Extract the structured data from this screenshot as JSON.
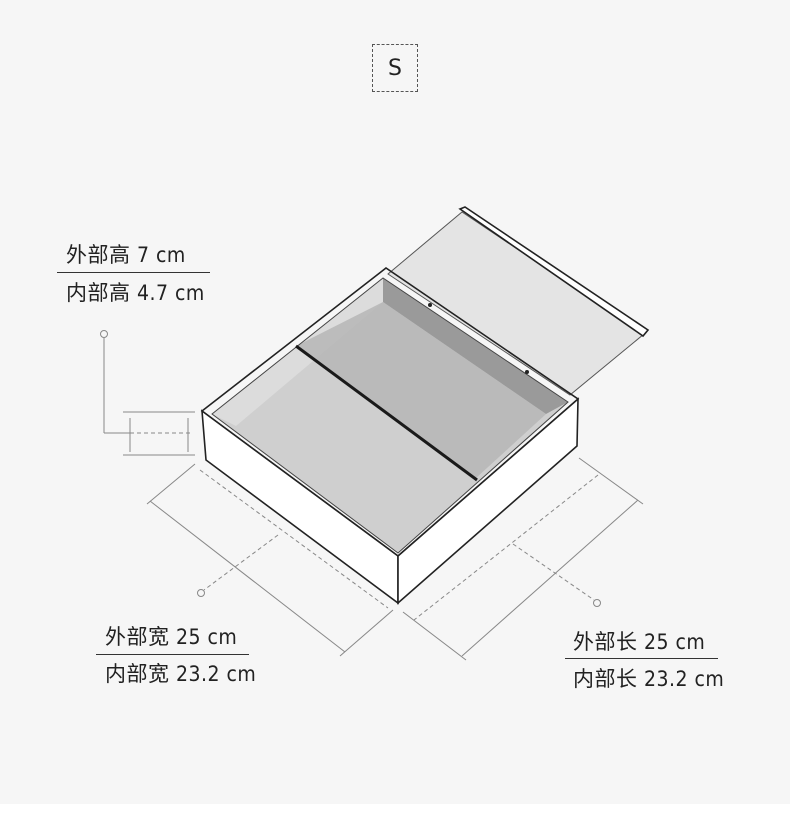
{
  "size_tag": "S",
  "labels": {
    "outer_height": "外部高 7 cm",
    "inner_height": "内部高 4.7 cm",
    "outer_width": "外部宽 25 cm",
    "inner_width": "内部宽 23.2 cm",
    "outer_length": "外部长 25 cm",
    "inner_length": "内部长 23.2 cm"
  }
}
